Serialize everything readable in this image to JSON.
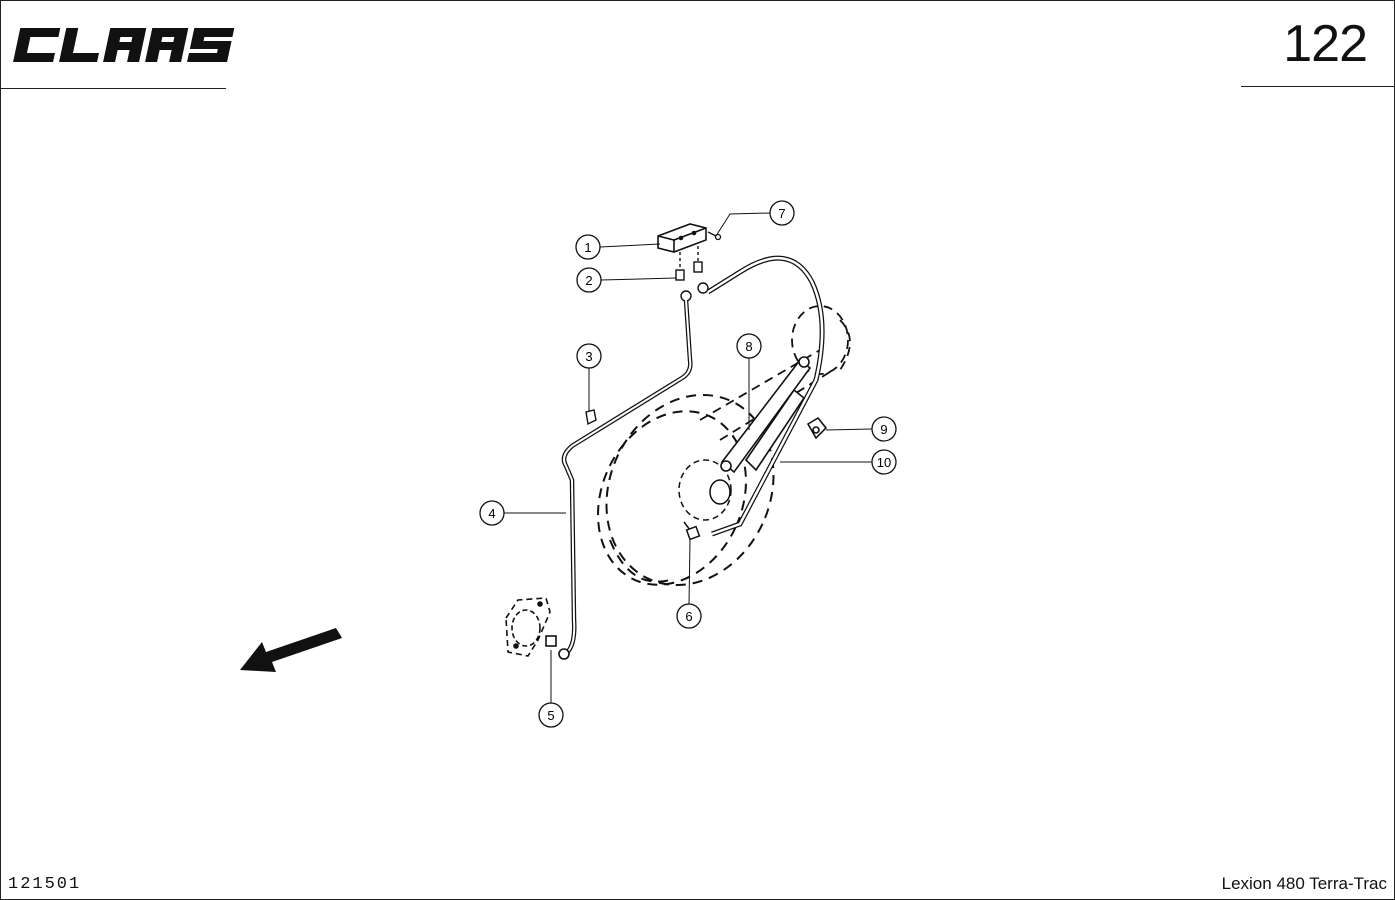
{
  "header": {
    "logo_text": "CLAAS",
    "page_number": "122"
  },
  "diagram": {
    "callouts": [
      "1",
      "2",
      "3",
      "4",
      "5",
      "6",
      "7",
      "8",
      "9",
      "10"
    ]
  },
  "footer": {
    "drawing_code": "121501",
    "model": "Lexion 480 Terra-Trac"
  }
}
